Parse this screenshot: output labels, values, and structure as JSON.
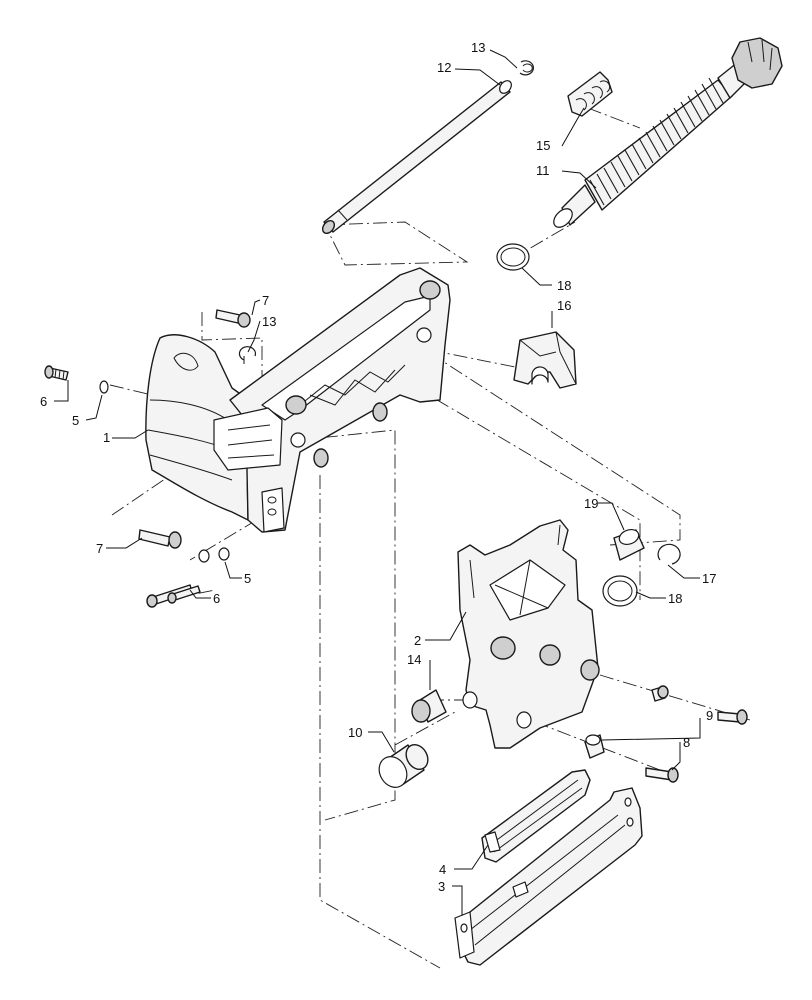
{
  "diagram": {
    "callouts": [
      {
        "id": "c13a",
        "label": "13"
      },
      {
        "id": "c12",
        "label": "12"
      },
      {
        "id": "c15",
        "label": "15"
      },
      {
        "id": "c11",
        "label": "11"
      },
      {
        "id": "c18a",
        "label": "18"
      },
      {
        "id": "c16",
        "label": "16"
      },
      {
        "id": "c7a",
        "label": "7"
      },
      {
        "id": "c13b",
        "label": "13"
      },
      {
        "id": "c6a",
        "label": "6"
      },
      {
        "id": "c5a",
        "label": "5"
      },
      {
        "id": "c1",
        "label": "1"
      },
      {
        "id": "c19",
        "label": "19"
      },
      {
        "id": "c7b",
        "label": "7"
      },
      {
        "id": "c17",
        "label": "17"
      },
      {
        "id": "c5b",
        "label": "5"
      },
      {
        "id": "c6b",
        "label": "6"
      },
      {
        "id": "c18b",
        "label": "18"
      },
      {
        "id": "c2",
        "label": "2"
      },
      {
        "id": "c14",
        "label": "14"
      },
      {
        "id": "c9",
        "label": "9"
      },
      {
        "id": "c10",
        "label": "10"
      },
      {
        "id": "c8",
        "label": "8"
      },
      {
        "id": "c4",
        "label": "4"
      },
      {
        "id": "c3",
        "label": "3"
      }
    ]
  }
}
